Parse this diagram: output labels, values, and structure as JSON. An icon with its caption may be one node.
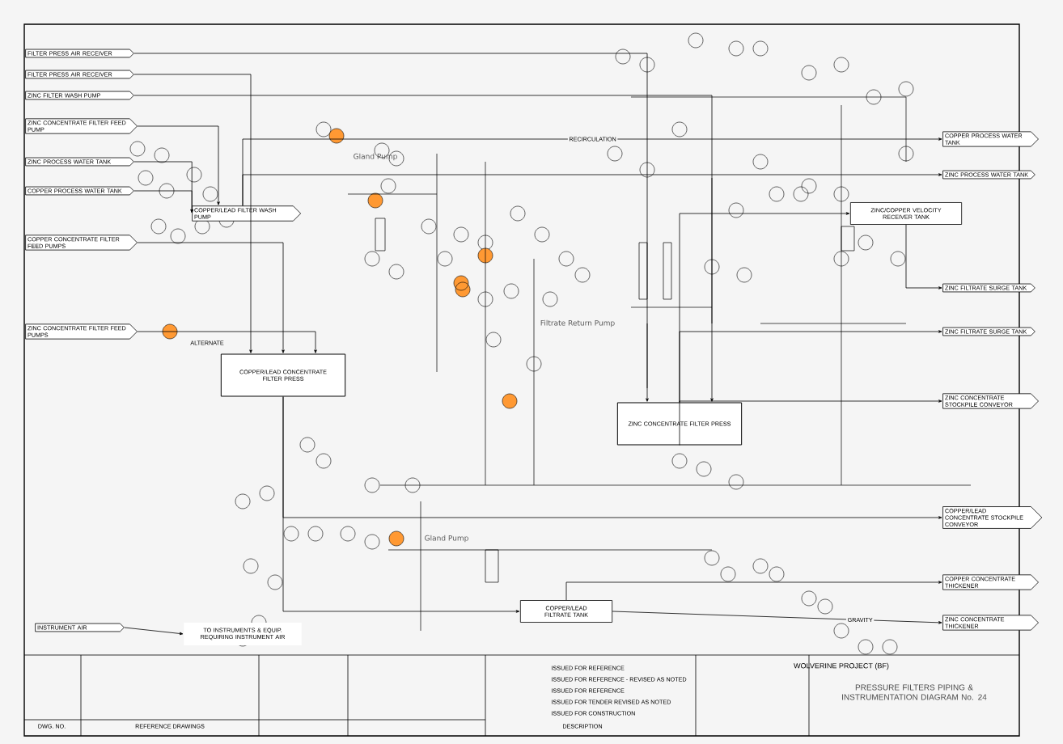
{
  "diagram": {
    "title": "PRESSURE FILTERS PIPING & INSTRUMENTATION DIAGRAM No. 24",
    "nodes": [
      {
        "text": [
          "FILTER PRESS AIR RECEIVER"
        ]
      },
      {
        "text": [
          "FILTER PRESS AIR RECEIVER"
        ]
      },
      {
        "text": [
          "ZINC FILTER WASH PUMP"
        ]
      },
      {
        "text": [
          "ZINC CONCENTRATE FILTER FEED PUMP"
        ]
      },
      {
        "text": [
          "ZINC PROCESS WATER TANK"
        ]
      },
      {
        "text": [
          "COPPER PROCESS WATER TANK"
        ]
      },
      {
        "text": [
          "COPPER CONCENTRATE FILTER FEED PUMPS"
        ]
      },
      {
        "text": [
          "ZINC CONCENTRATE FILTER FEED PUMPS"
        ]
      },
      {
        "text": [
          "INSTRUMENT AIR"
        ]
      },
      {
        "text": [
          "COPPER/LEAD CONCENTRATE FILTER PRESS"
        ]
      },
      {
        "text": [
          "ZINC CONCENTRATE FILTER PRESS"
        ]
      },
      {
        "text": [
          "COPPER/LEAD FILTER WASH PUMP"
        ]
      },
      {
        "text": [
          "ZINC/COPPER VELOCITY RECEIVER TANK"
        ]
      },
      {
        "text": [
          "ZINC FILTRATE SURGE TANK"
        ]
      },
      {
        "text": [
          "ZINC FILTRATE SURGE TANK"
        ]
      },
      {
        "text": [
          "COPPER PROCESS WATER TANK"
        ]
      },
      {
        "text": [
          "ZINC PROCESS WATER TANK"
        ]
      },
      {
        "text": [
          "ZINC CONCENTRATE STOCKPILE CONVEYOR"
        ]
      },
      {
        "text": [
          "COPPER/LEAD CONCENTRATE STOCKPILE CONVEYOR"
        ]
      },
      {
        "text": [
          "COPPER CONCENTRATE THICKENER"
        ]
      },
      {
        "text": [
          "ZINC CONCENTRATE THICKENER"
        ]
      },
      {
        "text": [
          "COPPER/LEAD FILTRATE TANK"
        ]
      },
      {
        "text": [
          "TO INSTRUMENTS & EQUIP. REQUIRING INSTRUMENT AIR"
        ]
      }
    ],
    "edges": [
      {
        "from": 0,
        "to": 10,
        "arrow": "to"
      },
      {
        "from": 1,
        "to": 9,
        "arrow": "to"
      },
      {
        "from": 2,
        "to": 10,
        "arrow": "to"
      },
      {
        "from": 3,
        "to": 11,
        "arrow": "to"
      },
      {
        "from": 4,
        "to": 11,
        "arrow": "to"
      },
      {
        "from": 5,
        "to": 11,
        "arrow": "to"
      },
      {
        "from": 6,
        "to": 9,
        "arrow": "to"
      },
      {
        "from": 7,
        "to": 9,
        "arrow": "to"
      },
      {
        "from": 8,
        "to": 22,
        "arrow": "to"
      },
      {
        "from": 10,
        "to": 12,
        "arrow": "to"
      },
      {
        "from": 12,
        "to": 13,
        "arrow": "to"
      },
      {
        "from": 10,
        "to": 14,
        "arrow": "to"
      },
      {
        "from": 10,
        "to": 17,
        "arrow": "to"
      },
      {
        "from": 9,
        "to": 18,
        "arrow": "to"
      },
      {
        "from": 21,
        "to": 19,
        "arrow": "to"
      },
      {
        "from": 21,
        "to": 20,
        "arrow": "to",
        "label": "GRAVITY"
      },
      {
        "from": 9,
        "to": 21,
        "arrow": "to"
      },
      {
        "from": 11,
        "to": 15,
        "arrow": "to",
        "label": "RECIRCULATION"
      },
      {
        "from": 11,
        "to": 16,
        "arrow": "to"
      }
    ],
    "labels": [
      "ALTERNATE",
      "Gland Pump",
      "Filtrate Return Pump",
      "Gland Pump",
      "WOLVERINE PROJECT (BF)",
      "ISSUED FOR REFERENCE",
      "ISSUED FOR REFERENCE - REVISED AS NOTED",
      "ISSUED FOR REFERENCE",
      "ISSUED FOR TENDER REVISED AS NOTED",
      "ISSUED FOR CONSTRUCTION",
      "DWG. NO.",
      "REFERENCE DRAWINGS",
      "DESCRIPTION"
    ]
  }
}
